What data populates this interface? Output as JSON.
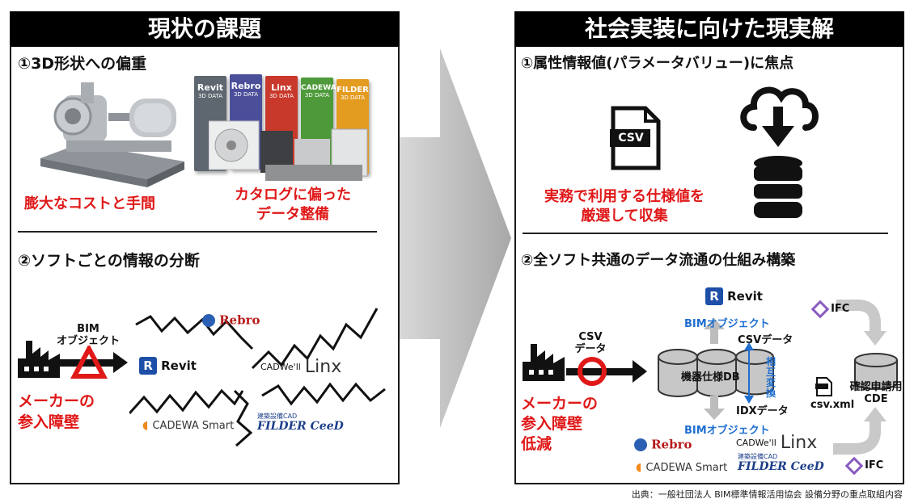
{
  "left": {
    "header": "現状の課題",
    "section1_title": "①3D形状への偏重",
    "caption_cost": "膨大なコストと手間",
    "caption_catalog_line1": "カタログに偏った",
    "caption_catalog_line2": "データ整備",
    "books": [
      "Revit",
      "Rebro",
      "Linx",
      "CADEWA",
      "FILDER"
    ],
    "book_sub": "3D DATA",
    "section2_title": "②ソフトごとの情報の分断",
    "bim_label_line1": "BIM",
    "bim_label_line2": "オブジェクト",
    "barrier_line1": "メーカーの",
    "barrier_line2": "参入障壁",
    "logos": {
      "rebro": "Rebro",
      "revit": "Revit",
      "cadwell": "CADWe'll",
      "linx": "Linx",
      "cadewa": "CADEWA Smart",
      "filder_small": "建築設備CAD",
      "filder": "FILDER CeeD"
    }
  },
  "right": {
    "header": "社会実装に向けた現実解",
    "section1_title": "①属性情報値(パラメータバリュー)に焦点",
    "csv_icon_label": "CSV",
    "caption_line1": "実務で利用する仕様値を",
    "caption_line2": "厳選して収集",
    "section2_title": "②全ソフト共通のデータ流通の仕組み構築",
    "csv_label_line1": "CSV",
    "csv_label_line2": "データ",
    "revit": "Revit",
    "bim_object_top": "BIMオブジェクト",
    "csv_data": "CSVデータ",
    "db_label": "機器仕様DB",
    "mutual_line1": "相",
    "mutual_line2": "互",
    "mutual_line3": "変",
    "mutual_line4": "換",
    "idx_data": "IDXデータ",
    "bim_object_bottom": "BIMオブジェクト",
    "ifc_top": "IFC",
    "ifc_bottom": "IFC",
    "cde_line1": "確認申請用",
    "cde_line2": "CDE",
    "csv_xml": "csv.xml",
    "barrier_line1": "メーカーの",
    "barrier_line2": "参入障壁",
    "barrier_line3": "低減",
    "rebro": "Rebro",
    "cadwell": "CADWe'll",
    "linx": "Linx",
    "cadewa": "CADEWA Smart",
    "filder_small": "建築設備CAD",
    "filder": "FILDER CeeD"
  },
  "source": "出典：一般社団法人 BIM標準情報活用協会 設備分野の重点取組内容",
  "colors": {
    "red": "#e01818",
    "blue": "#1f6fd0",
    "header_bg": "#000000",
    "arrow_gray": "#c8c8c8"
  }
}
